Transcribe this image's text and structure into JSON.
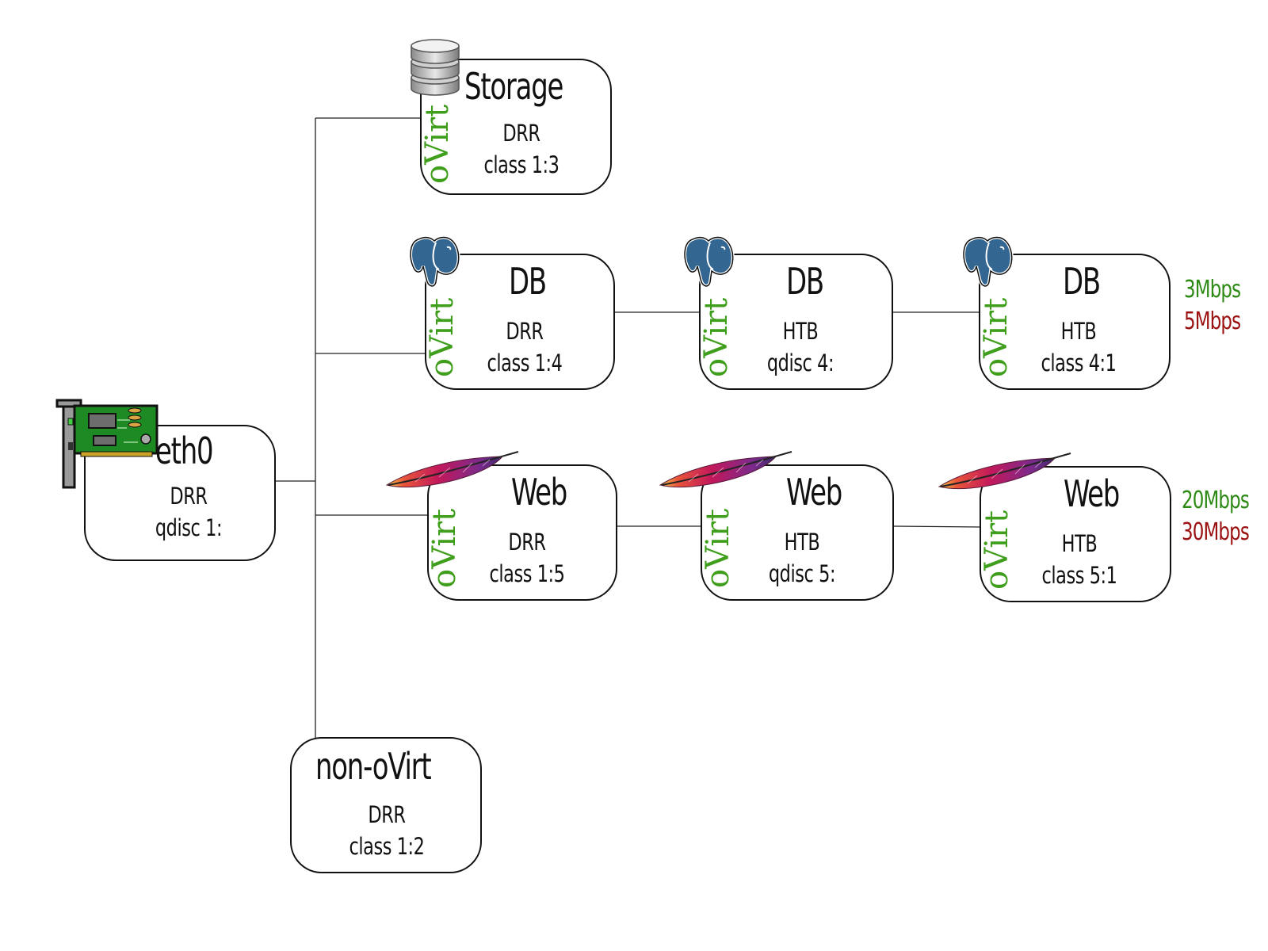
{
  "colors": {
    "ovirt": "#3f9e1c",
    "rate_low": "#2d8a14",
    "rate_high": "#9b1010"
  },
  "nodes": {
    "eth0": {
      "title": "eth0",
      "line1": "DRR",
      "line2": "qdisc 1:",
      "icon": "network-card-icon"
    },
    "storage": {
      "title": "Storage",
      "line1": "DRR",
      "line2": "class 1:3",
      "brand": "oVirt",
      "icon": "database-icon"
    },
    "db1": {
      "title": "DB",
      "line1": "DRR",
      "line2": "class 1:4",
      "brand": "oVirt",
      "icon": "postgresql-elephant-icon"
    },
    "db2": {
      "title": "DB",
      "line1": "HTB",
      "line2": "qdisc 4:",
      "brand": "oVirt",
      "icon": "postgresql-elephant-icon"
    },
    "db3": {
      "title": "DB",
      "line1": "HTB",
      "line2": "class 4:1",
      "brand": "oVirt",
      "icon": "postgresql-elephant-icon"
    },
    "web1": {
      "title": "Web",
      "line1": "DRR",
      "line2": "class 1:5",
      "brand": "oVirt",
      "icon": "apache-feather-icon"
    },
    "web2": {
      "title": "Web",
      "line1": "HTB",
      "line2": "qdisc 5:",
      "brand": "oVirt",
      "icon": "apache-feather-icon"
    },
    "web3": {
      "title": "Web",
      "line1": "HTB",
      "line2": "class 5:1",
      "brand": "oVirt",
      "icon": "apache-feather-icon"
    },
    "nonovirt": {
      "title": "non-oVirt",
      "line1": "DRR",
      "line2": "class 1:2"
    }
  },
  "rates": {
    "db": {
      "low": "3Mbps",
      "high": "5Mbps"
    },
    "web": {
      "low": "20Mbps",
      "high": "30Mbps"
    }
  }
}
